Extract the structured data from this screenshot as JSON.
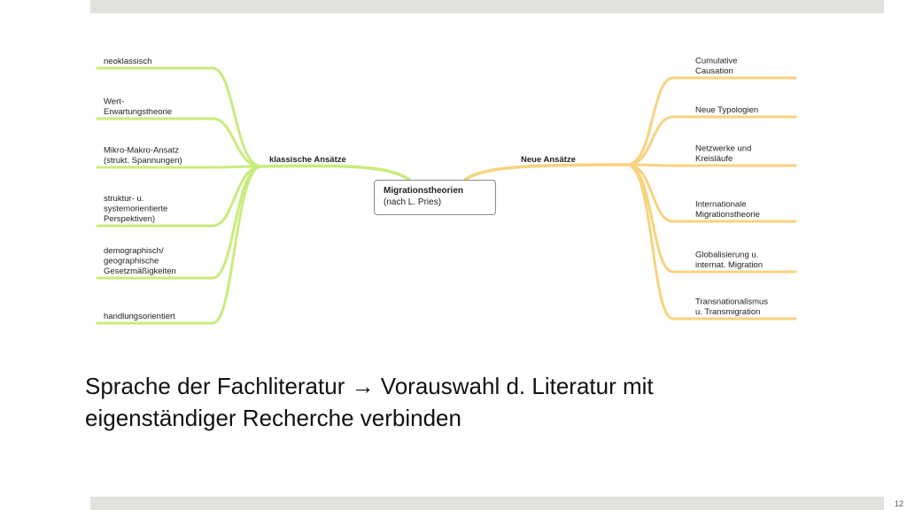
{
  "root": {
    "title": "Migrationstheorien",
    "subtitle": "(nach L. Pries)"
  },
  "left_branch": {
    "label": "klassische Ansätze",
    "color": "#c8ec7c",
    "leaves": [
      {
        "lines": [
          "neoklassisch"
        ]
      },
      {
        "lines": [
          "Wert-",
          "Erwartungstheorie"
        ]
      },
      {
        "lines": [
          "Mikro-Makro-Ansatz",
          "(strukt. Spannungen)"
        ]
      },
      {
        "lines": [
          "struktur- u.",
          "systemorientierte",
          "Perspektiven)"
        ]
      },
      {
        "lines": [
          "demographisch/",
          "geographische",
          "Gesetzmäßigkeiten"
        ]
      },
      {
        "lines": [
          "handlungsorientiert"
        ]
      }
    ]
  },
  "right_branch": {
    "label": "Neue Ansätze",
    "color": "#f8d27f",
    "leaves": [
      {
        "lines": [
          "Cumulative",
          "Causation"
        ]
      },
      {
        "lines": [
          "Neue Typologien"
        ]
      },
      {
        "lines": [
          "Netzwerke und",
          "Kreisläufe"
        ]
      },
      {
        "lines": [
          "Internationale",
          "Migrationstheorie"
        ]
      },
      {
        "lines": [
          "Globalisierung u.",
          "internat. Migration"
        ]
      },
      {
        "lines": [
          "Transnationalismus",
          "u. Transmigration"
        ]
      }
    ]
  },
  "caption": {
    "line1": "Sprache der Fachliteratur → Vorauswahl d. Literatur mit",
    "line2": "eigenständiger Recherche verbinden"
  },
  "slide_number": "12"
}
